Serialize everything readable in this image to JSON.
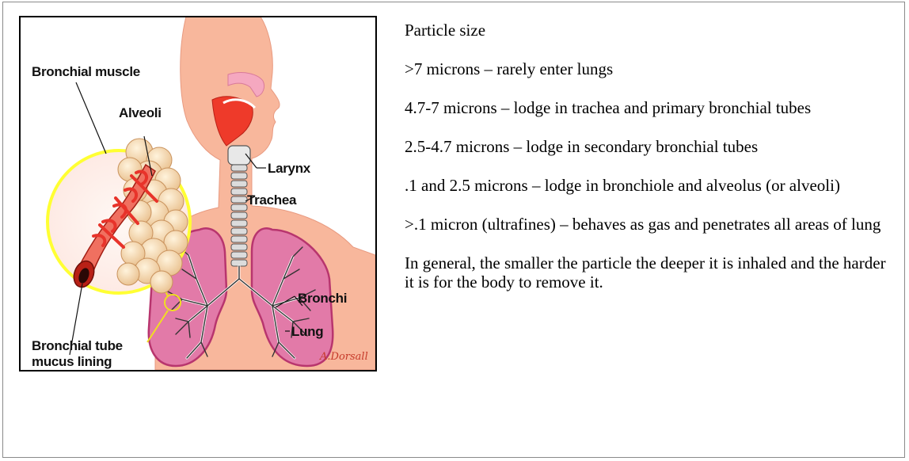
{
  "figure": {
    "labels": {
      "bronchial_muscle": "Bronchial muscle",
      "alveoli": "Alveoli",
      "larynx": "Larynx",
      "trachea": "Trachea",
      "bronchi": "Bronchi",
      "lung": "Lung",
      "bronchial_tube_line1": "Bronchial tube",
      "bronchial_tube_line2": "mucus lining"
    },
    "signature": "A.Dorsall"
  },
  "text": {
    "heading": "Particle size",
    "items": [
      ">7 microns – rarely enter lungs",
      "4.7-7 microns – lodge in trachea and primary bronchial tubes",
      "2.5-4.7 microns – lodge in secondary bronchial tubes",
      ".1 and 2.5 microns – lodge in bronchiole and alveolus (or alveoli)",
      ">.1 micron (ultrafines) – behaves as gas and penetrates all areas of lung"
    ],
    "conclusion": "In general, the smaller the particle the deeper it is inhaled and the harder it is for the body to remove it."
  },
  "colors": {
    "skin": "#f8b79c",
    "lung": "#e27aa8",
    "lung_edge": "#b8356e",
    "alveoli": "#f4d9b0",
    "muscle": "#e8332a",
    "highlight_ring": "#ffff33"
  }
}
